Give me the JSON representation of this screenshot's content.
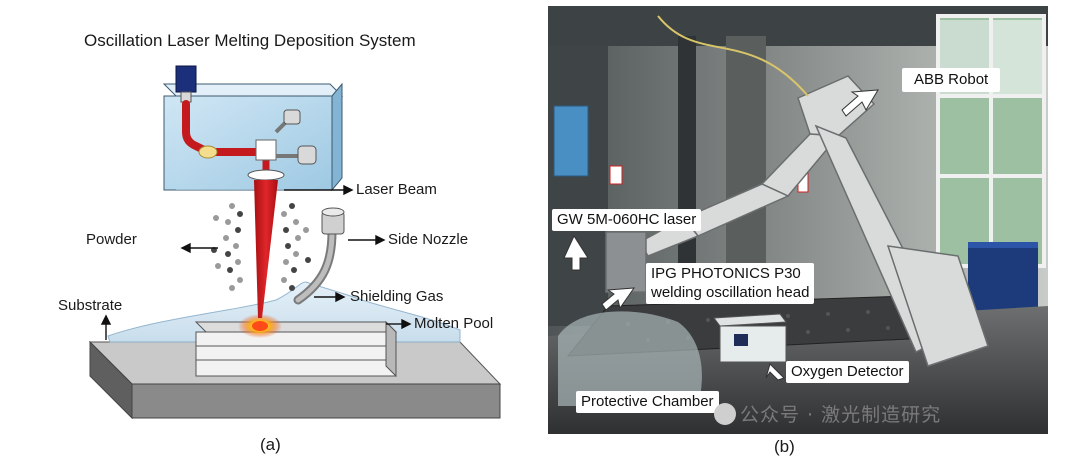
{
  "panel_a": {
    "title": "Oscillation Laser Melting Deposition System",
    "labels": {
      "laser_beam": "Laser Beam",
      "powder": "Powder",
      "side_nozzle": "Side Nozzle",
      "substrate": "Substrate",
      "shielding_gas": "Shielding Gas",
      "molten_pool": "Molten Pool"
    },
    "caption": "(a)"
  },
  "panel_b": {
    "labels": {
      "abb_robot": "ABB Robot",
      "laser": "GW 5M-060HC laser",
      "ipg_line1": "IPG PHOTONICS P30",
      "ipg_line2": "welding oscillation head",
      "oxygen_detector": "Oxygen Detector",
      "protective_chamber": "Protective Chamber"
    },
    "caption": "(b)"
  },
  "watermark": "公众号 · 激光制造研究"
}
